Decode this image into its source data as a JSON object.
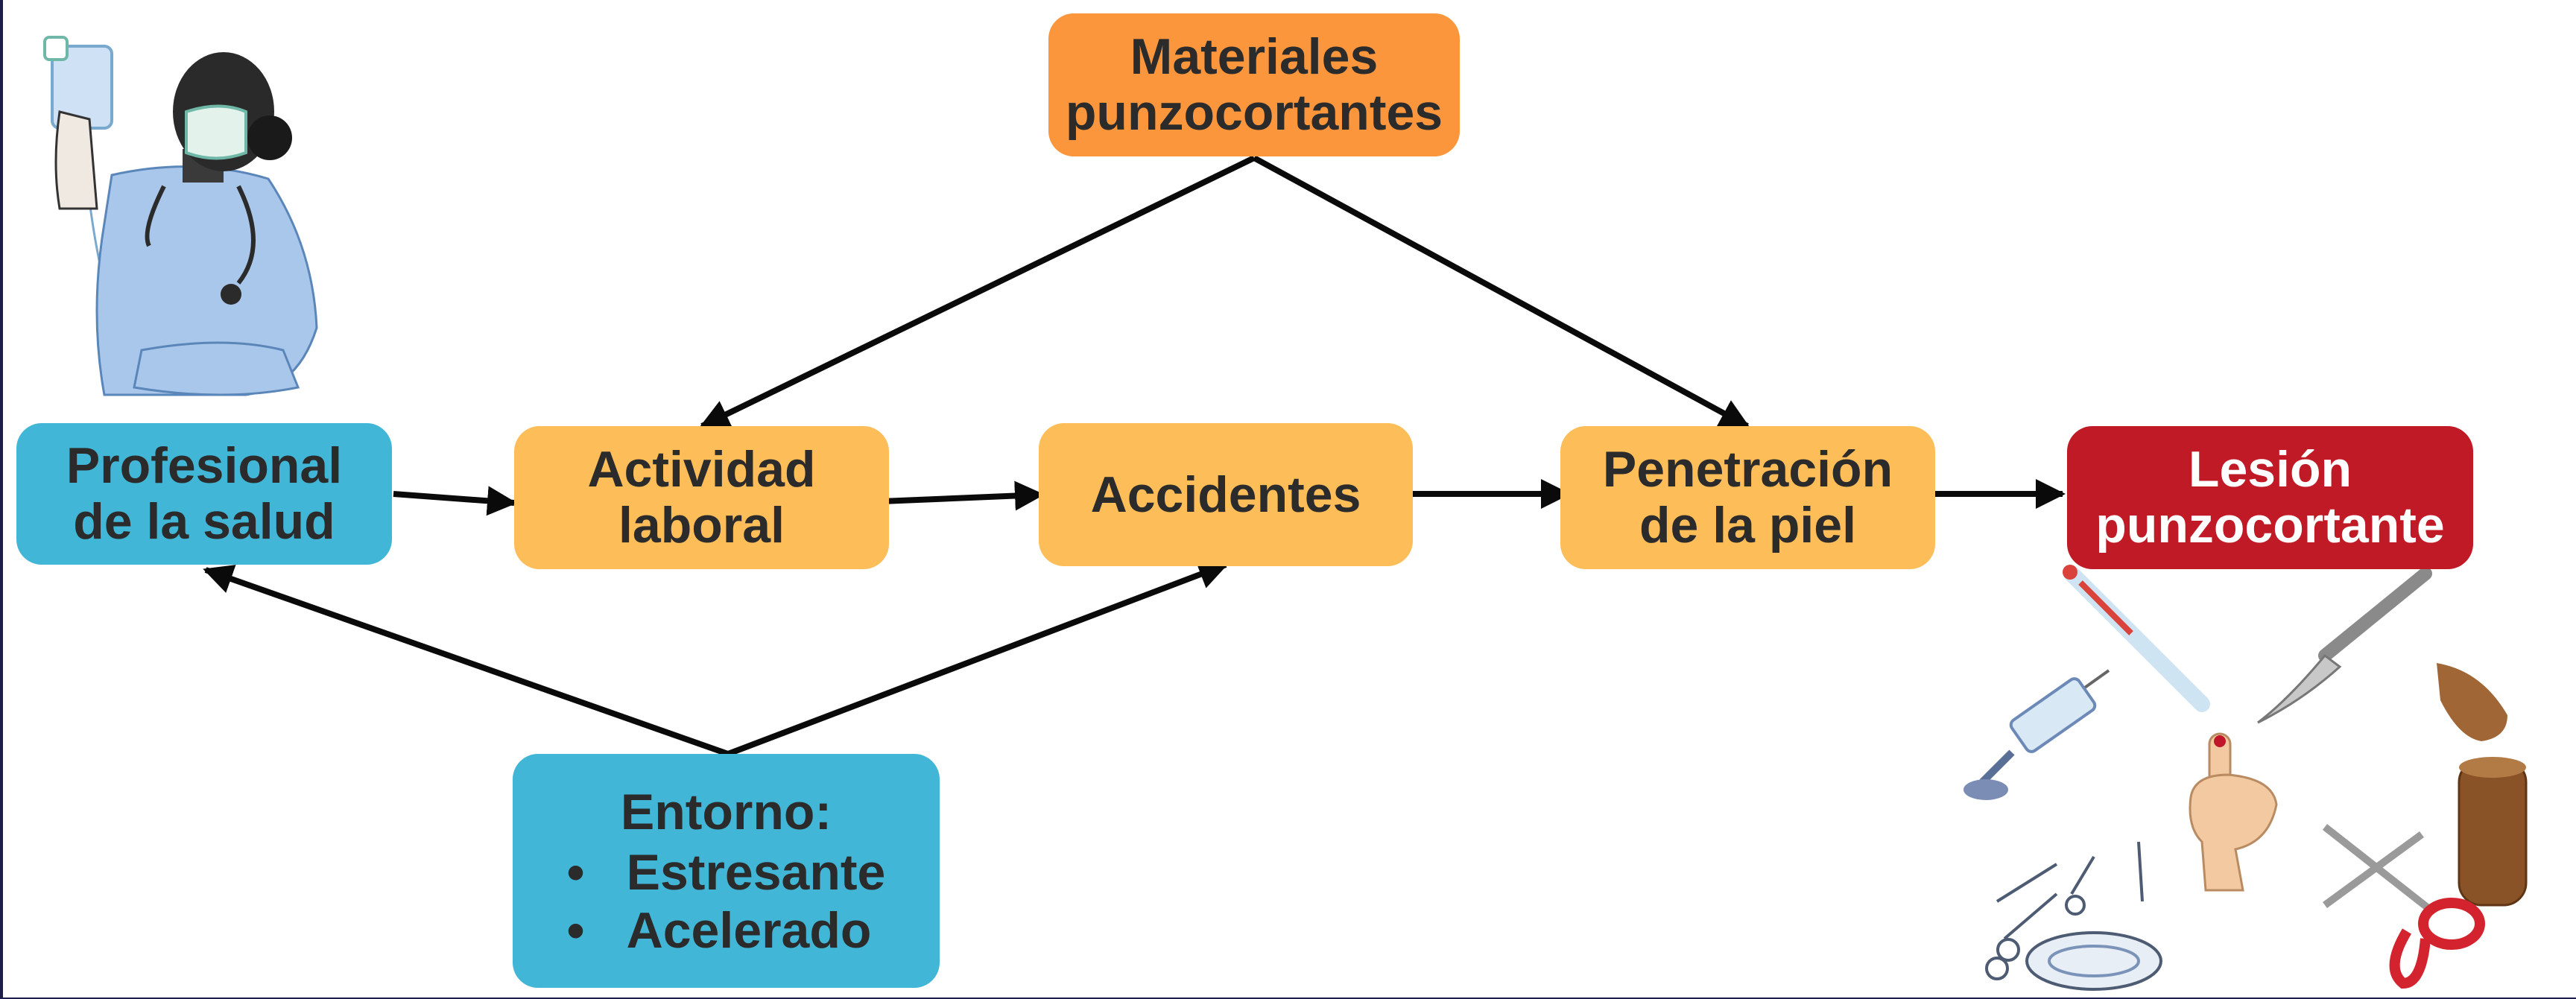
{
  "nodes": {
    "materiales": {
      "label": "Materiales\npunzocortantes"
    },
    "profesional": {
      "label": "Profesional\nde la salud"
    },
    "actividad": {
      "label": "Actividad\nlaboral"
    },
    "accidentes": {
      "label": "Accidentes"
    },
    "penetracion": {
      "label": "Penetración\nde la piel"
    },
    "lesion": {
      "label": "Lesión\npunzocortante"
    },
    "entorno": {
      "title": "Entorno:",
      "items": [
        "Estresante",
        "Acelerado"
      ]
    }
  },
  "colors": {
    "blue": "#41b6d6",
    "yellow": "#fdbd58",
    "orange": "#fb963c",
    "red": "#bf1a25",
    "arrow": "#0a0a0a"
  },
  "icons": [
    "nurse-illustration",
    "thermometer-icon",
    "scalpel-icon",
    "syringe-icon",
    "finger-wound-icon",
    "ampoule-icon",
    "vial-icon",
    "surgical-instruments-icon",
    "scissors-icon"
  ]
}
